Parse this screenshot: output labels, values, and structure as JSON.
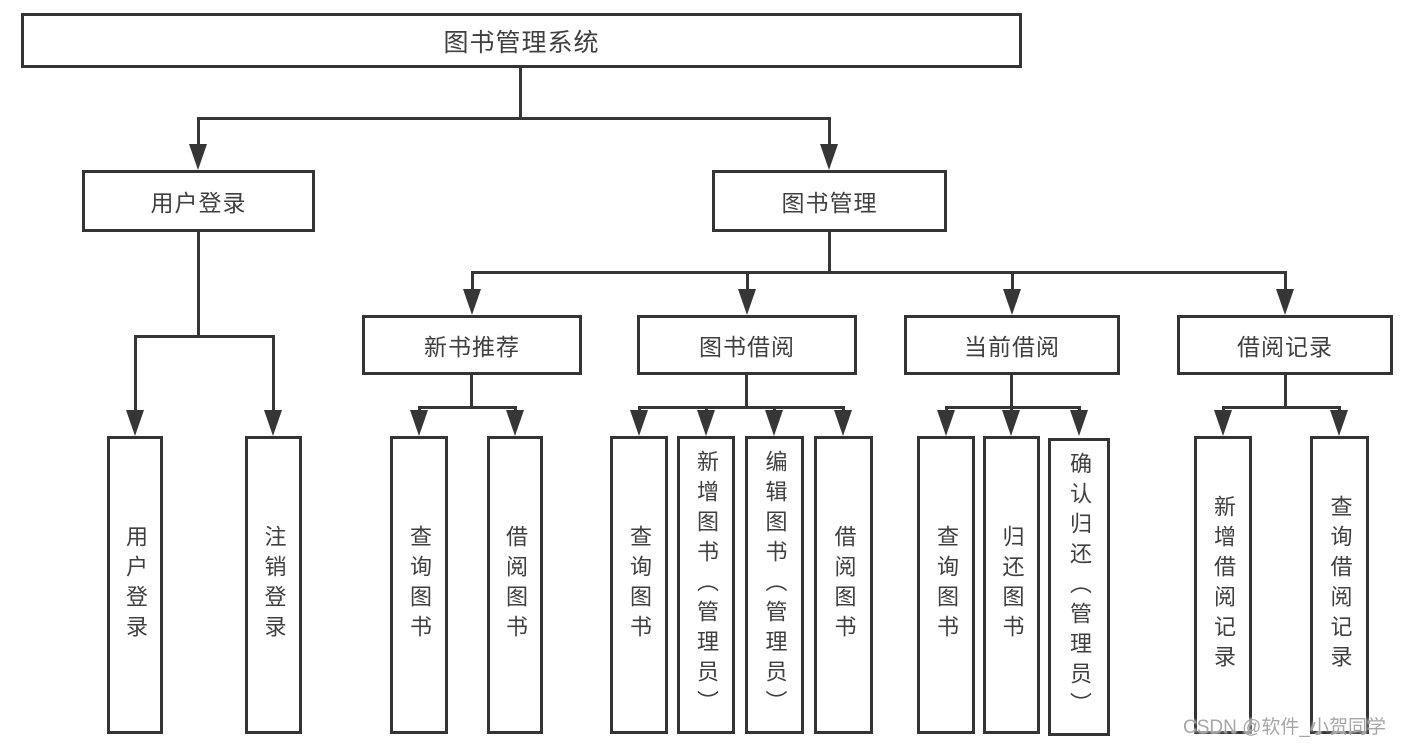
{
  "diagram": {
    "title": "图书管理系统",
    "root": {
      "label": "图书管理系统"
    },
    "level2": [
      {
        "label": "用户登录"
      },
      {
        "label": "图书管理"
      }
    ],
    "level3": [
      {
        "label": "新书推荐"
      },
      {
        "label": "图书借阅"
      },
      {
        "label": "当前借阅"
      },
      {
        "label": "借阅记录"
      }
    ],
    "leaves": {
      "user_login": [
        "用户登录",
        "注销登录"
      ],
      "new_book": [
        "查询图书",
        "借阅图书"
      ],
      "book_borrow": [
        "查询图书",
        "新增图书（管理员）",
        "编辑图书（管理员）",
        "借阅图书"
      ],
      "current_borrow": [
        "查询图书",
        "归还图书",
        "确认归还（管理员）"
      ],
      "borrow_record": [
        "新增借阅记录",
        "查询借阅记录"
      ]
    }
  },
  "watermark": {
    "text": "CSDN @软件_小贺同学"
  },
  "colors": {
    "line": "#363636",
    "box_border": "#343434",
    "text": "#3f3f3f",
    "watermark": "#9e9e9e",
    "background": "#ffffff"
  }
}
